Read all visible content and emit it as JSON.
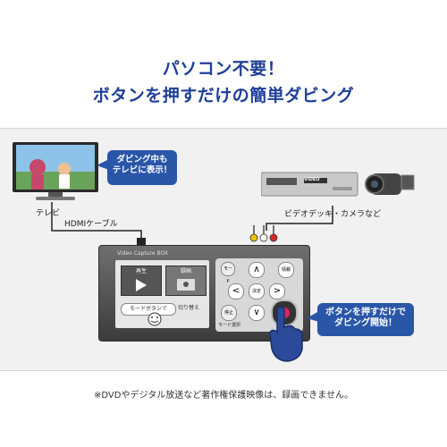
{
  "headline": {
    "line1": "パソコン不要！",
    "line2": "ボタンを押すだけの簡単ダビング"
  },
  "tv": {
    "label": "テレビ"
  },
  "tv_bubble": {
    "line1": "ダビング中も",
    "line2": "テレビに表示！"
  },
  "hdmi": {
    "label": "HDMIケーブル"
  },
  "sources": {
    "label": "ビデオデッキ・カメラなど",
    "vcr_brand": "VIDEO"
  },
  "device": {
    "title": "Video Capture BOX",
    "menu_left": "再生",
    "menu_right": "録画",
    "mode_button": "モード",
    "info_button": "情報",
    "select_button": "決定",
    "right_button": "停止",
    "mode_caption": "モード選択",
    "bottom_label": "モードボタンで",
    "bottom_label2": "切り替え"
  },
  "action_bubble": {
    "line1": "ボタンを押すだけで",
    "line2": "ダビング開始！"
  },
  "footnote": "※DVDやデジタル放送など著作権保護映像は、録画できません。",
  "colors": {
    "accent": "#1f3f97",
    "bubble": "#2a56a8",
    "record": "#e0206a"
  }
}
